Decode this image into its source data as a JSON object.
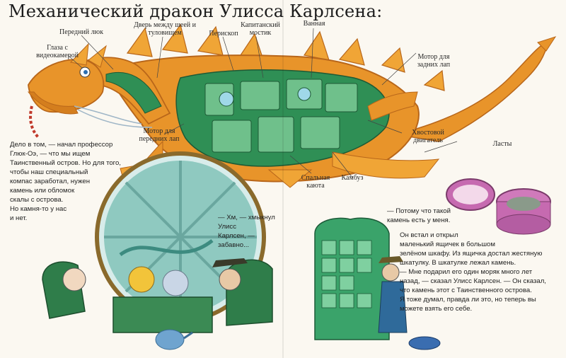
{
  "title": "Механический дракон Улисса Карлсена:",
  "diagram_labels": {
    "eyes": "Глаза с видеокамерой",
    "front_hatch": "Передний люк",
    "door": "Дверь между шеей и туловищем",
    "periscope": "Перископ",
    "bridge": "Капитанский мостик",
    "bathroom": "Ванная",
    "rear_motor": "Мотор для задних лап",
    "front_motor": "Мотор для передних лап",
    "tail_motor": "Хвостовой двигатель",
    "fins": "Ласты",
    "bedroom": "Спальная каюта",
    "cabin": "Камбуз"
  },
  "story": {
    "professor": [
      "Дело в том, — начал профессор",
      "Глюк-Оэ, — что мы ищем",
      "Таинственный остров. Но для того,",
      "чтобы наш специальный",
      "компас заработал, нужен",
      "камень или обломок",
      "скалы с острова.",
      "Но камня-то у нас",
      "и нет."
    ],
    "ulysses_reply": [
      "— Хм, — хмыкнул Улисс",
      "Карлсен, —",
      "забавно..."
    ],
    "because": [
      "— Потому что такой",
      "камень есть у меня."
    ],
    "closing": [
      "Он встал и открыл",
      "маленький ящичек в большом",
      "зелёном шкафу. Из ящичка достал жестяную",
      "шкатулку. В шкатулке лежал камень.",
      "— Мне подарил его один моряк много лет",
      "назад, — сказал Улисс Карлсен. — Он сказал,",
      "что камень этот с Таинственного острова.",
      "Я тоже думал, правда ли это, но теперь вы",
      "можете взять его себе."
    ]
  },
  "colors": {
    "dragon_orange": "#e8942a",
    "dragon_green": "#2f8f55",
    "window_teal": "#8fc9c0",
    "armchair_green": "#2f7d4a",
    "cabinet_green": "#3aa36a"
  }
}
